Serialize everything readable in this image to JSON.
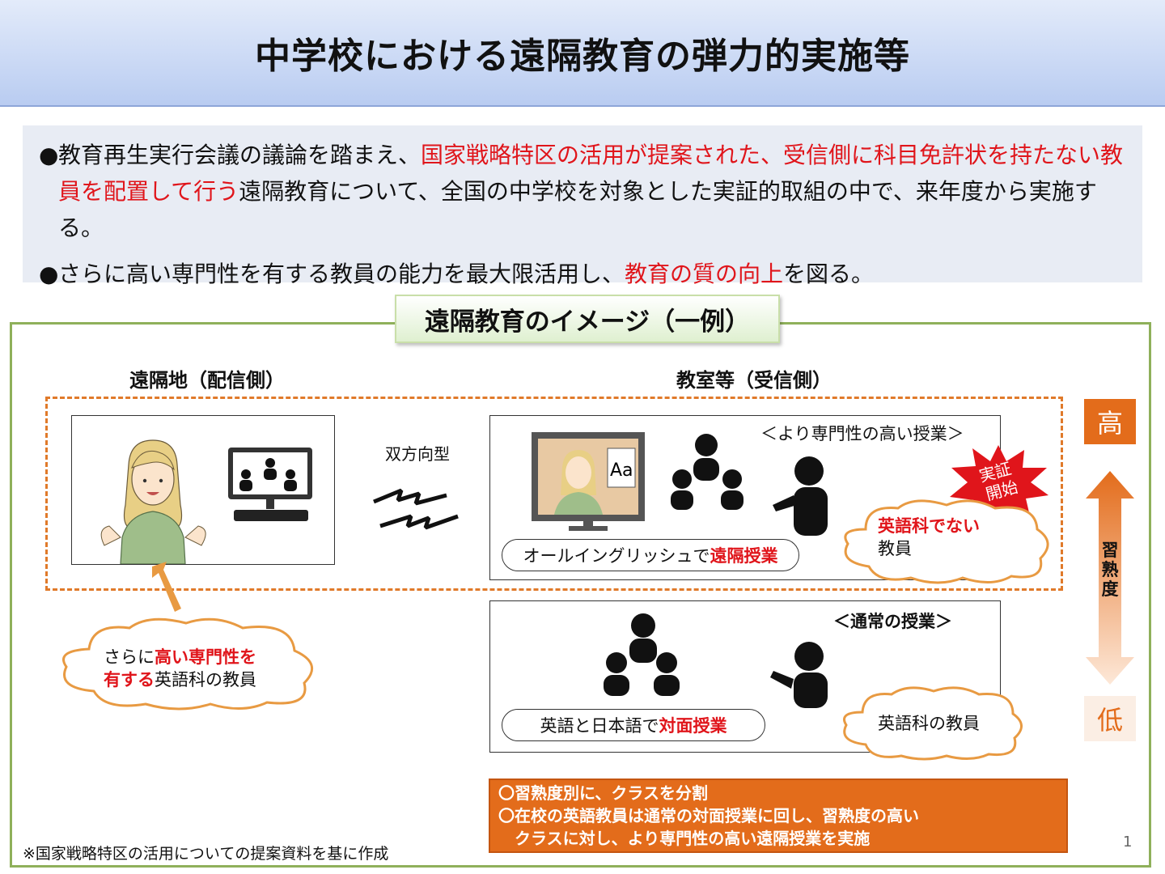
{
  "title": "中学校における遠隔教育の弾力的実施等",
  "intro": {
    "bullet_char": "●",
    "b1_part1": "教育再生実行会議の議論を踏まえ、",
    "b1_part2_red": "国家戦略特区の活用が提案された、受信側に科目免許状を持たない教員を配置して行う",
    "b1_part3": "遠隔教育について、全国の中学校を対象とした実証的取組の中で、来年度から実施する。",
    "b2_part1": "さらに高い専門性を有する教員の能力を最大限活用し、",
    "b2_part2_red": "教育の質の向上",
    "b2_part3": "を図る。"
  },
  "section_label": "遠隔教育のイメージ（一例）",
  "left_heading": "遠隔地（配信側）",
  "right_heading": "教室等（受信側）",
  "bidirectional_label": "双方向型",
  "left_cloud": {
    "line1_a": "さらに",
    "line1_b_red": "高い専門性を",
    "line2_a_red": "有する",
    "line2_b": "英語科の教員"
  },
  "upper_class": {
    "title": "＜より専門性の高い授業＞",
    "pill_a": "オールイングリッシュで",
    "pill_b_red": "遠隔授業",
    "cloud_line1_red": "英語科でない",
    "cloud_line2": "教員",
    "burst_line1": "実証",
    "burst_line2": "開始",
    "board_text": "Aa"
  },
  "lower_class": {
    "title": "＜通常の授業＞",
    "pill_a": "英語と日本語で",
    "pill_b_red": "対面授業",
    "cloud_text": "英語科の教員"
  },
  "scale": {
    "high": "高",
    "low": "低",
    "label_chars": [
      "習",
      "熟",
      "度"
    ]
  },
  "summary": {
    "line1": "〇習熟度別に、クラスを分割",
    "line2": "〇在校の英語教員は通常の対面授業に回し、習熟度の高い",
    "line3": "　クラスに対し、より専門性の高い遠隔授業を実施"
  },
  "footnote": "※国家戦略特区の活用についての提案資料を基に作成",
  "page_number": "1",
  "colors": {
    "accent_orange": "#e36c1b",
    "accent_red": "#e0151b",
    "frame_green": "#8fb05a",
    "title_blue": "#b9ccf1"
  }
}
